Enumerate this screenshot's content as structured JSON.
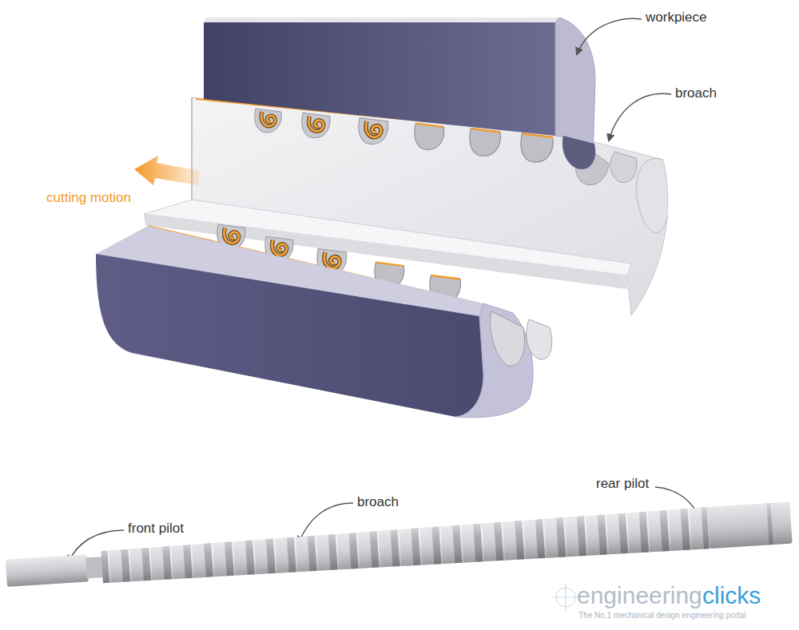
{
  "diagram": {
    "labels": [
      "workpiece",
      "broach",
      "cutting motion",
      "front pilot",
      "broach",
      "rear pilot",
      "engineering",
      "clicks",
      "The No.1 mechanical design engineering portal"
    ]
  }
}
